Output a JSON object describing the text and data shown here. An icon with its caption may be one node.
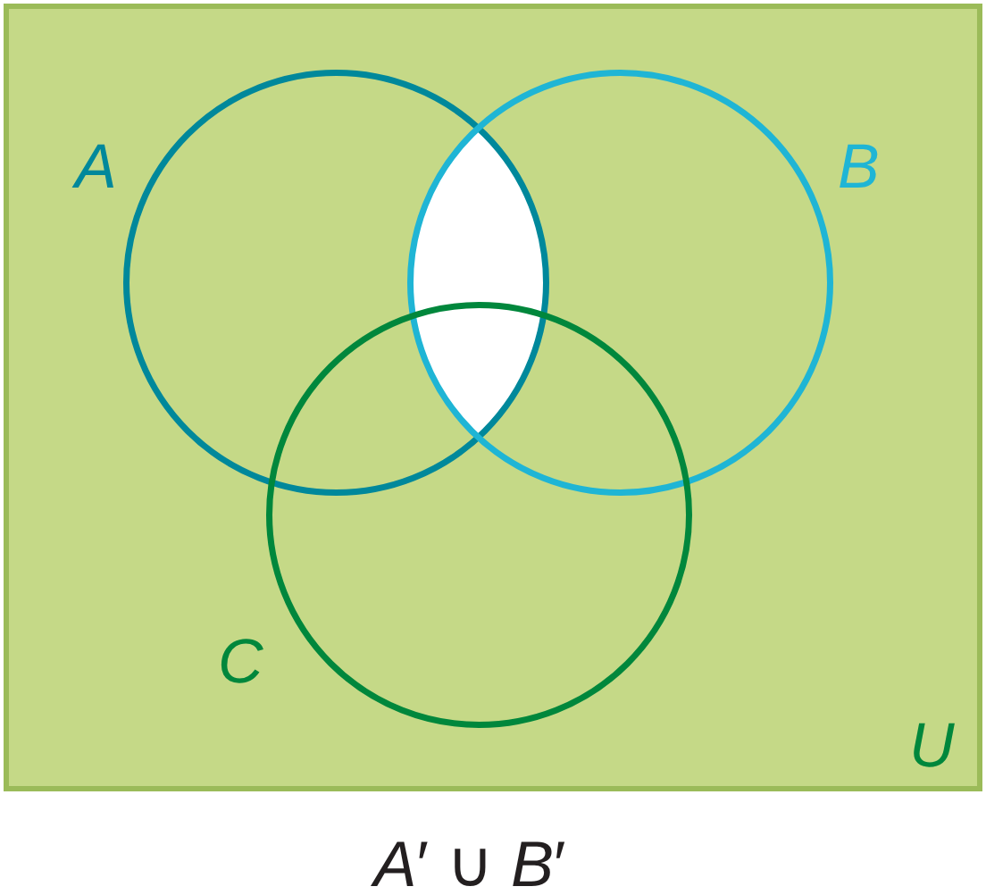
{
  "diagram": {
    "caption": "*A*′ ∪ *B*′",
    "nodes": [
      {
        "text": [
          "U"
        ]
      },
      {
        "text": [
          "A"
        ],
        "in": 0
      },
      {
        "text": [
          "B"
        ],
        "in": 0
      },
      {
        "text": [
          "C"
        ],
        "in": 0
      }
    ]
  }
}
